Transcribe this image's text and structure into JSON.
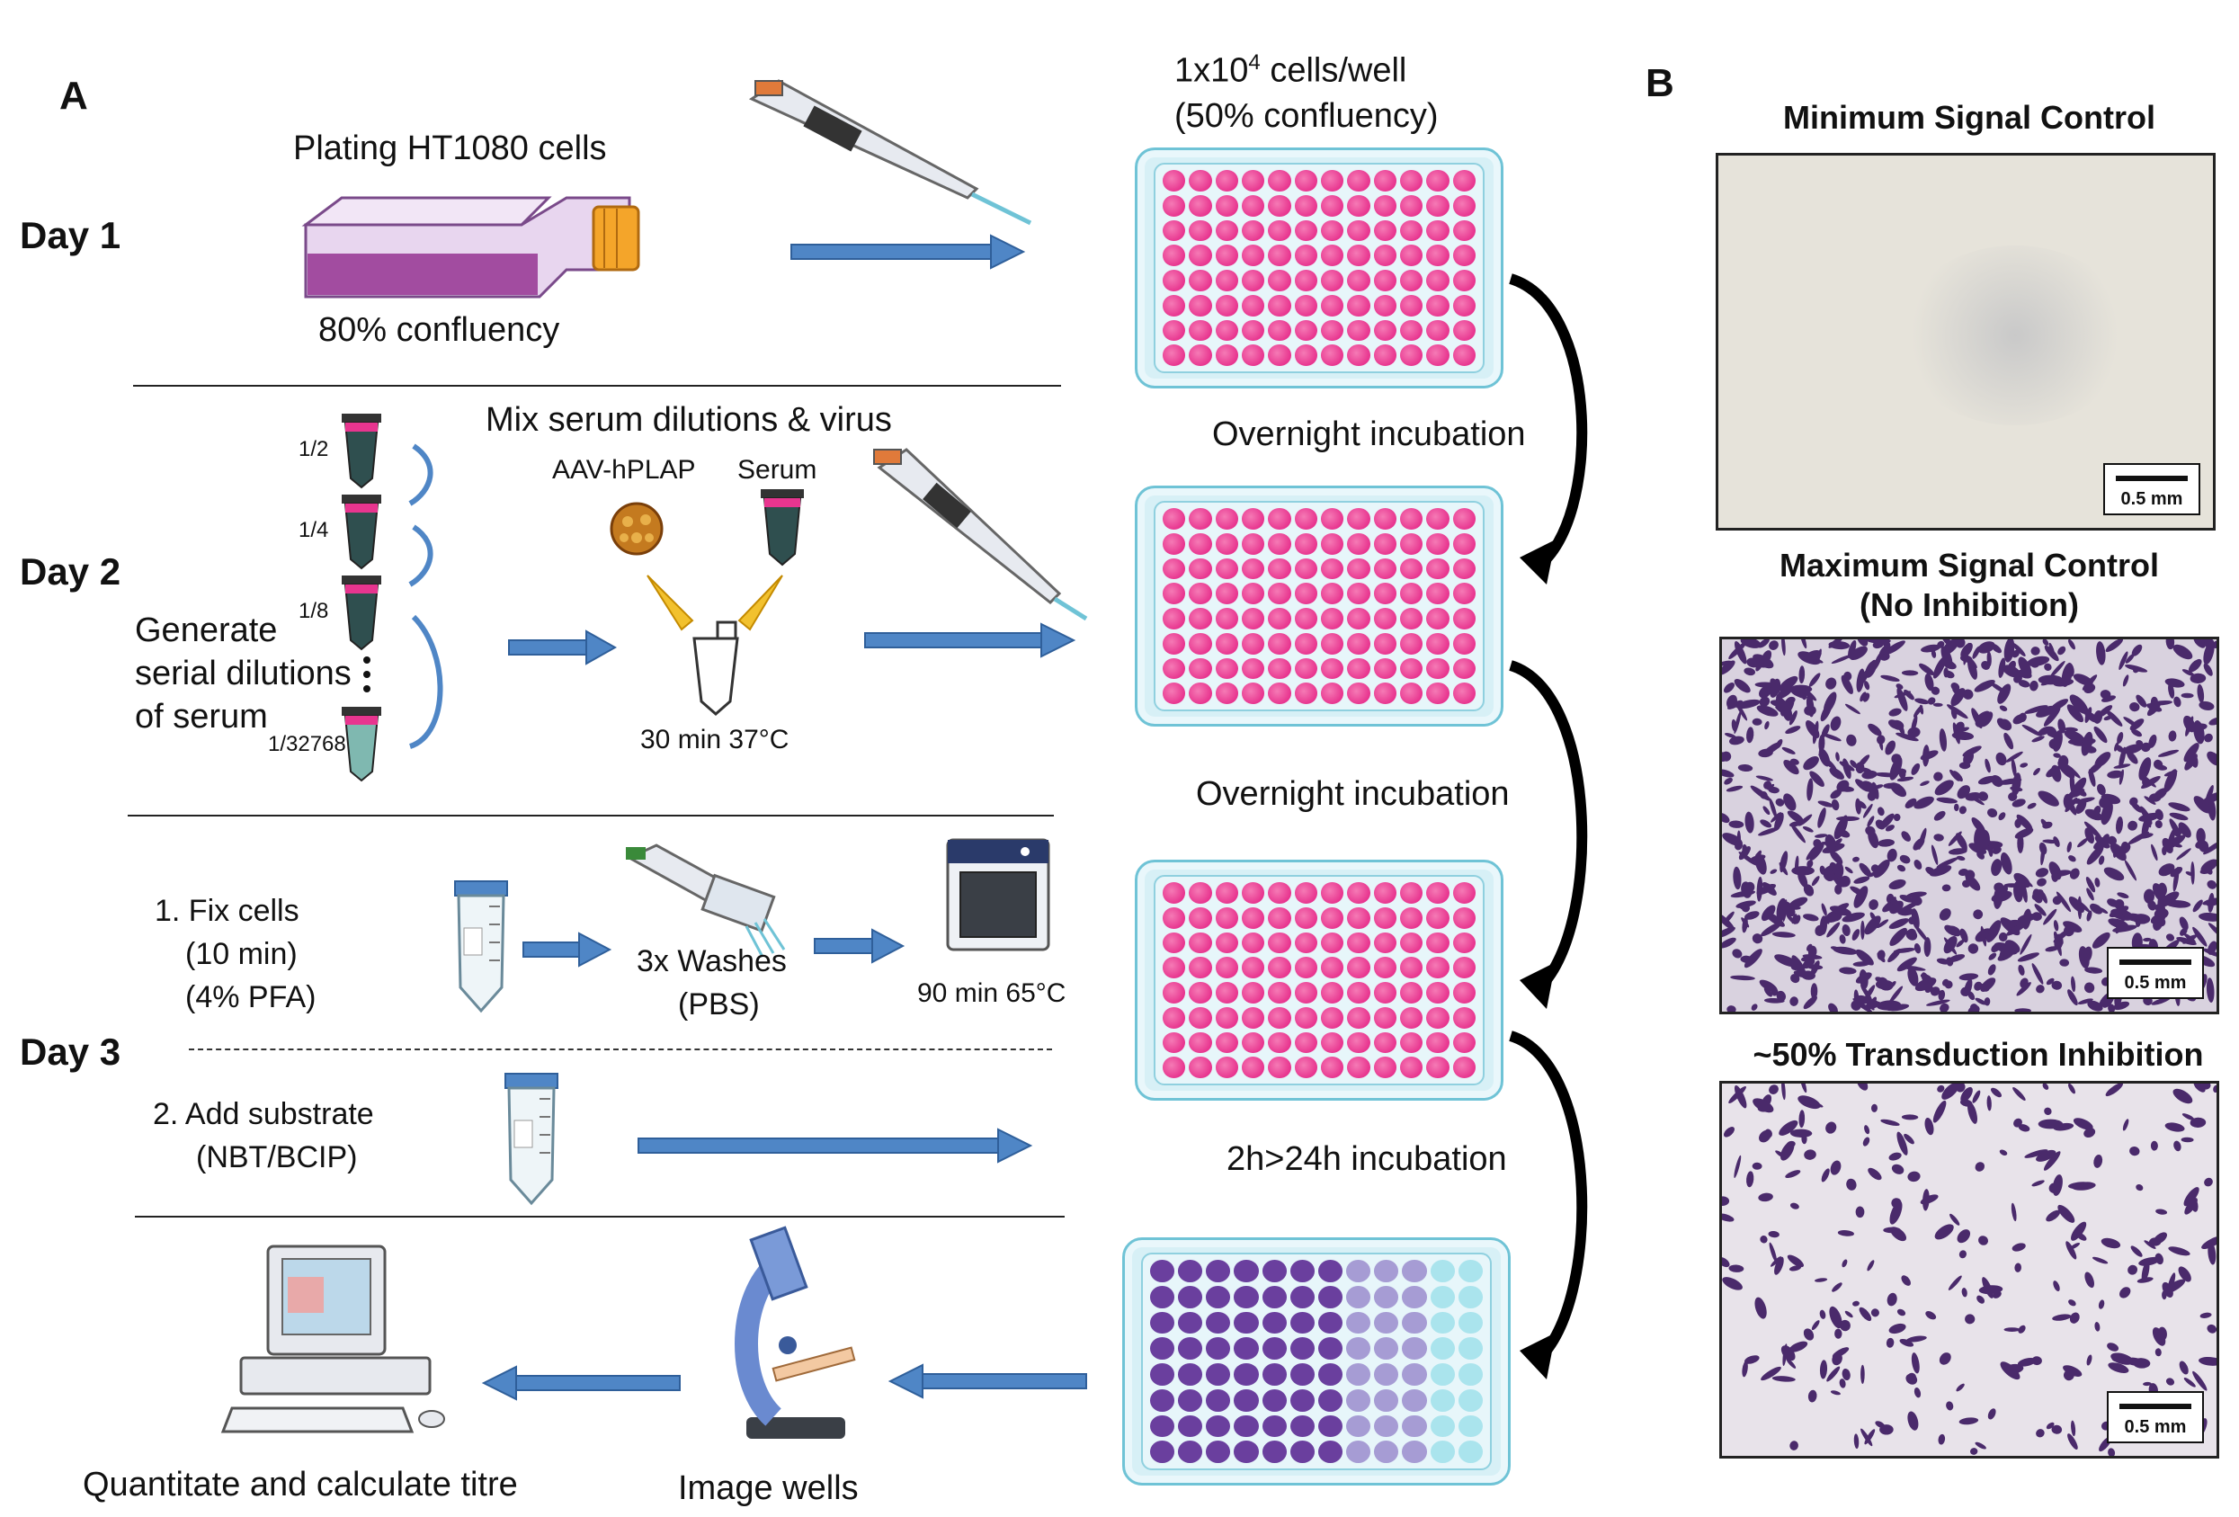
{
  "panels": {
    "a": "A",
    "b": "B"
  },
  "days": {
    "day1": "Day 1",
    "day2": "Day 2",
    "day3": "Day 3"
  },
  "day1": {
    "plating": "Plating HT1080 cells",
    "confluency": "80% confluency",
    "cells_per_well_base": "1x10",
    "cells_per_well_exp": "4",
    "cells_per_well_unit": " cells/well",
    "cells_confluency": "(50% confluency)"
  },
  "day2": {
    "mix": "Mix serum dilutions & virus",
    "aav": "AAV-hPLAP",
    "serum": "Serum",
    "dilutions": [
      "1/2",
      "1/4",
      "1/8",
      "1/32768"
    ],
    "generate_1": "Generate",
    "generate_2": "serial dilutions",
    "generate_3": "of serum",
    "incubate": "30 min 37°C"
  },
  "day3": {
    "fix_1": "1. Fix cells",
    "fix_2": "(10 min)",
    "fix_3": "(4% PFA)",
    "washes_1": "3x Washes",
    "washes_2": "(PBS)",
    "heat": "90 min 65°C",
    "substrate_1": "2. Add substrate",
    "substrate_2": "(NBT/BCIP)"
  },
  "incubations": {
    "first": "Overnight incubation",
    "second": "Overnight incubation",
    "third": "2h>24h incubation"
  },
  "bottom": {
    "quantitate": "Quantitate and calculate titre",
    "image": "Image wells"
  },
  "panel_b": {
    "min_title": "Minimum Signal Control",
    "max_title_1": "Maximum Signal Control",
    "max_title_2": "(No Inhibition)",
    "half_title": "~50% Transduction Inhibition",
    "scale": "0.5 mm"
  },
  "colors": {
    "arrow_blue": "#4f86c6",
    "well_pink": "#e8358f",
    "well_purple": "#6a3f9e",
    "plate_cyan": "#6fc3d6",
    "stain_purple": "#4a2a6b"
  }
}
